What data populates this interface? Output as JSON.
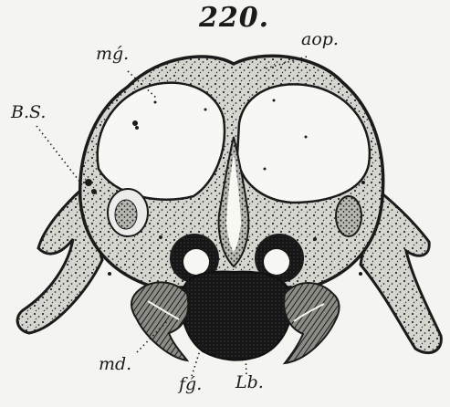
{
  "figure": {
    "number": "220.",
    "labels": {
      "mg": "mǵ.",
      "aop": "aop.",
      "bs": "B.S.",
      "md": "md.",
      "fg": "fǵ.",
      "lb": "Lb."
    }
  },
  "colors": {
    "background": "#f4f4f1",
    "ink": "#1b1b1b",
    "tissue_fill": "#dcdcd6",
    "cavity_fill": "#f7f7f4",
    "dark_mass": "#141414"
  }
}
